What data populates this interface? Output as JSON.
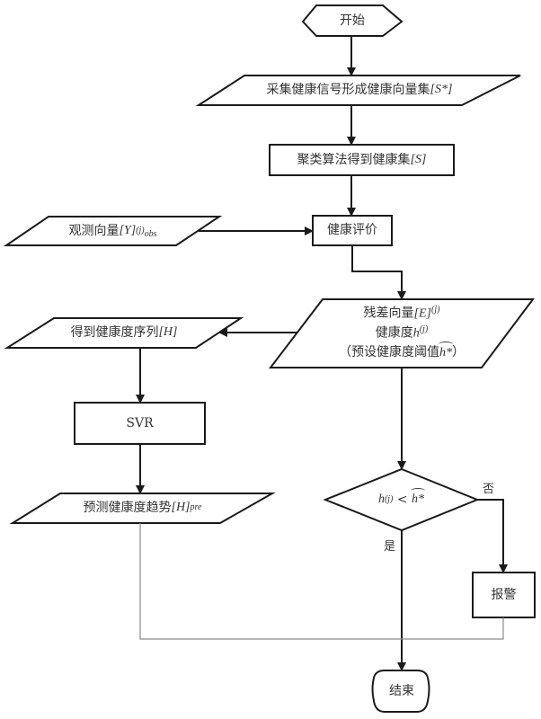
{
  "diagram": {
    "type": "flowchart",
    "nodes": {
      "start": {
        "shape": "hexagon",
        "label": "开始"
      },
      "collect": {
        "shape": "parallelogram",
        "label": "采集健康信号形成健康向量集",
        "math": "[S*]"
      },
      "cluster": {
        "shape": "rectangle",
        "label": "聚类算法得到健康集",
        "math": "[S]"
      },
      "observe": {
        "shape": "parallelogram",
        "label": "观测向量",
        "math_main": "[Y]",
        "math_sup": "(j)",
        "math_sub": "obs"
      },
      "evaluate": {
        "shape": "rectangle",
        "label": "健康评价"
      },
      "residual": {
        "shape": "parallelogram",
        "line1_label": "残差向量",
        "line1_math": "[E]",
        "line1_sup": "(j)",
        "line2_label": "健康度",
        "line2_math": "h",
        "line2_sup": "(j)",
        "line3_open": "（预设健康度阈值",
        "line3_math": "h*",
        "line3_close": "）"
      },
      "sequence": {
        "shape": "parallelogram",
        "label": "得到健康度序列",
        "math": "[H]"
      },
      "svr": {
        "shape": "rectangle",
        "label": "SVR"
      },
      "predict": {
        "shape": "parallelogram",
        "label": "预测健康度趋势",
        "math_main": "[H]",
        "math_sub": "pre"
      },
      "decision": {
        "shape": "diamond",
        "math_left": "h",
        "math_sup": "(j)",
        "op": " < ",
        "math_right": "h*"
      },
      "alarm": {
        "shape": "rectangle",
        "label": "报警"
      },
      "end": {
        "shape": "terminator",
        "label": "结束"
      }
    },
    "branch_labels": {
      "no": "否",
      "yes": "是"
    },
    "edges": [
      {
        "from": "start",
        "to": "collect"
      },
      {
        "from": "collect",
        "to": "cluster"
      },
      {
        "from": "cluster",
        "to": "evaluate"
      },
      {
        "from": "observe",
        "to": "evaluate"
      },
      {
        "from": "evaluate",
        "to": "residual"
      },
      {
        "from": "residual",
        "to": "sequence"
      },
      {
        "from": "sequence",
        "to": "svr"
      },
      {
        "from": "svr",
        "to": "predict"
      },
      {
        "from": "residual",
        "to": "decision"
      },
      {
        "from": "decision",
        "to": "alarm",
        "label": "否"
      },
      {
        "from": "decision",
        "to": "end",
        "label": "是"
      },
      {
        "from": "predict",
        "to": "end",
        "style": "thin"
      },
      {
        "from": "alarm",
        "to": "end",
        "style": "thin"
      }
    ]
  }
}
